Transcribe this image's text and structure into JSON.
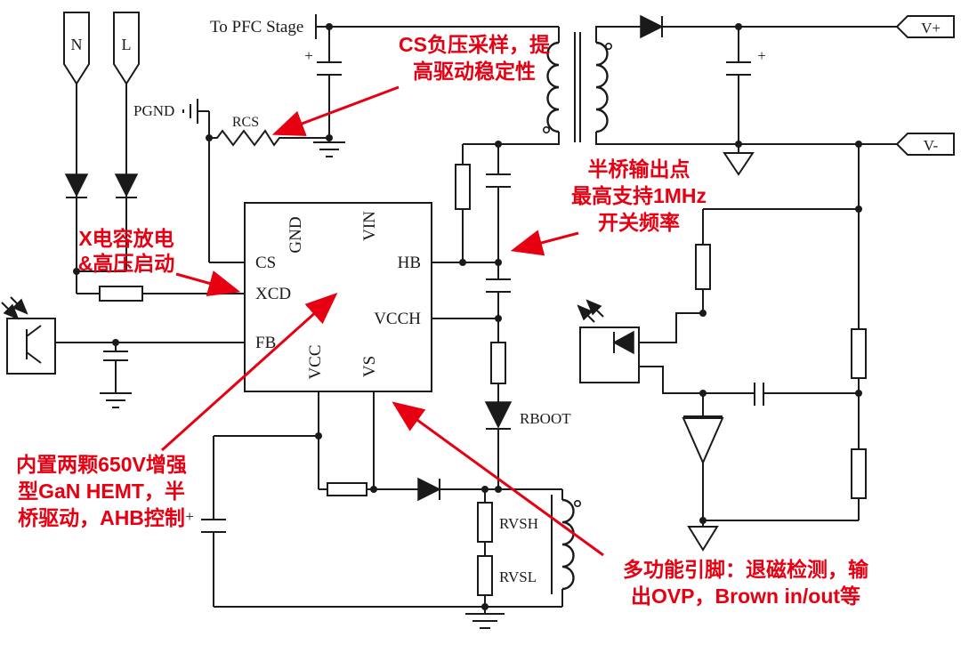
{
  "colors": {
    "wire": "#1a1a1a",
    "annotation": "#e60012",
    "background": "#ffffff"
  },
  "terminals": {
    "neutral": "N",
    "live": "L",
    "v_plus": "V+",
    "v_minus": "V-"
  },
  "labels": {
    "to_pfc": "To PFC Stage",
    "pgnd": "PGND",
    "rcs": "RCS",
    "rboot": "RBOOT",
    "rvsh": "RVSH",
    "rvsl": "RVSL",
    "plus": "+"
  },
  "ic": {
    "pin_cs": "CS",
    "pin_xcd": "XCD",
    "pin_fb": "FB",
    "pin_gnd": "GND",
    "pin_vin": "VIN",
    "pin_hb": "HB",
    "pin_vcch": "VCCH",
    "pin_vcc": "VCC",
    "pin_vs": "VS"
  },
  "annotations": {
    "cs_line1": "CS负压采样，提",
    "cs_line2": "高驱动稳定性",
    "hb_line1": "半桥输出点",
    "hb_line2": "最高支持1MHz",
    "hb_line3": "开关频率",
    "xcap_line1": "X电容放电",
    "xcap_line2": "&高压启动",
    "gan_line1": "内置两颗650V增强",
    "gan_line2": "型GaN HEMT，半",
    "gan_line3": "桥驱动，AHB控制",
    "multi_line1": "多功能引脚：退磁检测，输",
    "multi_line2": "出OVP，Brown in/out等"
  }
}
